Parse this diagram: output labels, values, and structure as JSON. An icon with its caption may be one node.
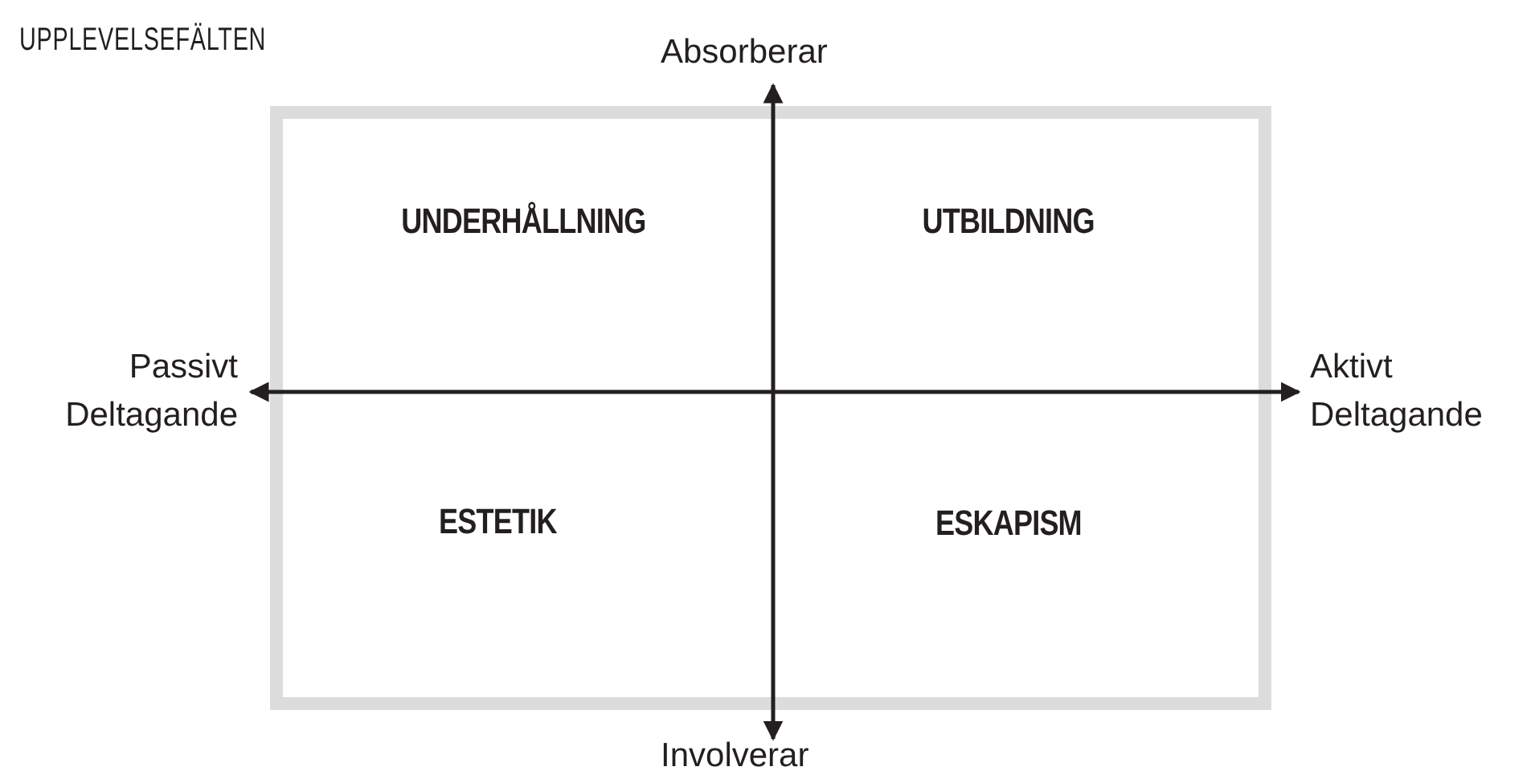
{
  "diagram": {
    "title": "UPPLEVELSEFÄLTEN",
    "labels": [
      "Absorberar",
      "UNDERHÅLLNING",
      "UTBILDNING",
      "Passivt Deltagande",
      "Aktivt Deltagande",
      "ESTETIK",
      "ESKAPISM",
      "Involverar"
    ]
  }
}
